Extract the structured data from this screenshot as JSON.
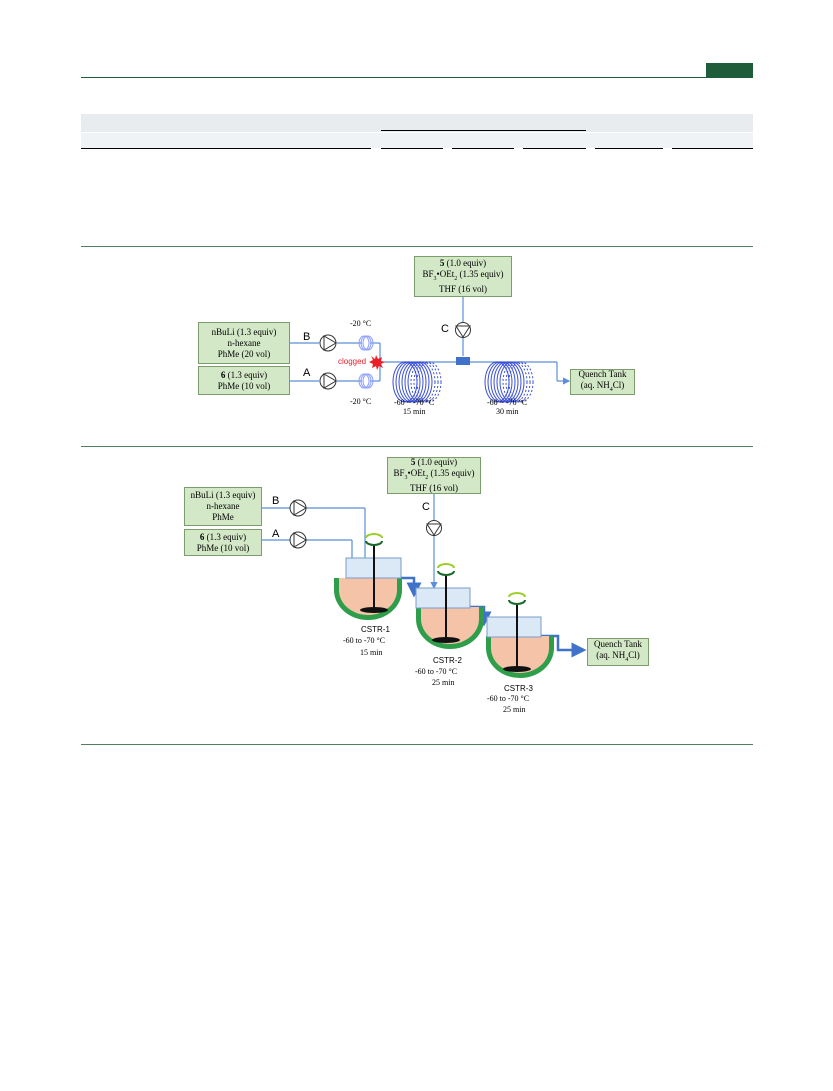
{
  "fig_a": {
    "reagent_c": {
      "line1_bold": "5",
      "line1": " (1.0 equiv)",
      "line2a": "BF",
      "line2sub": "3",
      "line2b": "•OEt",
      "line2sub2": "2",
      "line2c": " (1.35 equiv)",
      "line3": "THF (16 vol)"
    },
    "reagent_b": {
      "line1": "nBuLi (1.3 equiv)",
      "line2": "n-hexane",
      "line3": "PhMe (20 vol)"
    },
    "reagent_a": {
      "line1_bold": "6",
      "line1": " (1.3 equiv)",
      "line2": "PhMe (10 vol)"
    },
    "label_a": "A",
    "label_b": "B",
    "label_c": "C",
    "temp_b": "-20 °C",
    "temp_a": "-20 °C",
    "clogged": "clogged",
    "coil1_temp": "-60 ~ -70 °C",
    "coil1_time": "15 min",
    "coil2_temp": "-60 ~ -70 °C",
    "coil2_time": "30 min",
    "quench": {
      "line1": "Quench Tank",
      "line2a": "(aq. NH",
      "line2sub": "4",
      "line2b": "Cl)"
    }
  },
  "fig_b": {
    "reagent_c": {
      "line1_bold": "5",
      "line1": " (1.0 equiv)",
      "line2a": "BF",
      "line2sub": "3",
      "line2b": "•OEt",
      "line2sub2": "2",
      "line2c": " (1.35 equiv)",
      "line3": "THF (16 vol)"
    },
    "reagent_b": {
      "line1": "nBuLi (1.3 equiv)",
      "line2": "n-hexane",
      "line3": "PhMe"
    },
    "reagent_a": {
      "line1_bold": "6",
      "line1": " (1.3 equiv)",
      "line2": "PhMe (10 vol)"
    },
    "label_a": "A",
    "label_b": "B",
    "label_c": "C",
    "cstr1": {
      "name": "CSTR-1",
      "temp": "-60 to -70 °C",
      "time": "15 min"
    },
    "cstr2": {
      "name": "CSTR-2",
      "temp": "-60 to -70 °C",
      "time": "25 min"
    },
    "cstr3": {
      "name": "CSTR-3",
      "temp": "-60 to -70 °C",
      "time": "25 min"
    },
    "quench": {
      "line1": "Quench Tank",
      "line2a": "(aq. NH",
      "line2sub": "4",
      "line2b": "Cl)"
    }
  },
  "colors": {
    "green_box": "#d3e8c7",
    "rule": "#1f5c3a",
    "line": "#5b8fd8",
    "coil": "#3a4fd8",
    "clog": "#e8202a",
    "jacket": "#2e9e4a",
    "liquid": "#f5c4a8",
    "header": "#e8ecef"
  }
}
